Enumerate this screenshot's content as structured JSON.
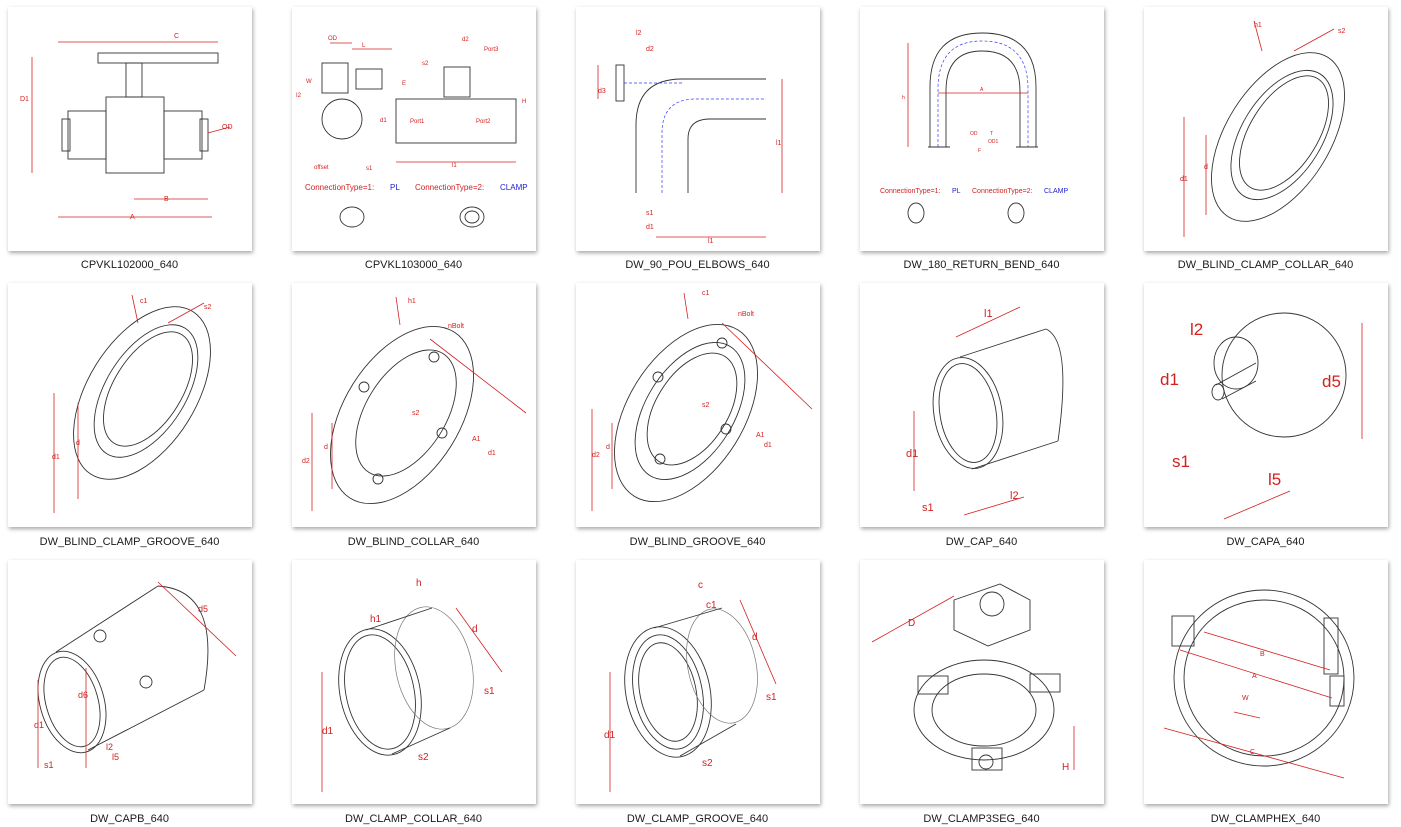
{
  "items": [
    {
      "name": "CPVKL102000_640",
      "dims": [
        "C",
        "D1",
        "OD",
        "B",
        "A"
      ]
    },
    {
      "name": "CPVKL103000_640",
      "dims": [
        "OD",
        "L",
        "W",
        "I2",
        "d1",
        "E",
        "d2",
        "Port3",
        "s2",
        "H",
        "Port1",
        "Port2",
        "l1",
        "offset",
        "s1"
      ],
      "conn1": "ConnectionType=1:",
      "conn1_val": "PL",
      "conn2": "ConnectionType=2:",
      "conn2_val": "CLAMP"
    },
    {
      "name": "DW_90_POU_ELBOWS_640",
      "dims": [
        "l2",
        "d2",
        "d3",
        "l1",
        "s1",
        "d1",
        "l1"
      ]
    },
    {
      "name": "DW_180_RETURN_BEND_640",
      "dims": [
        "h",
        "A",
        "OD",
        "F",
        "T",
        "OD1"
      ],
      "conn1": "ConnectionType=1:",
      "conn1_val": "PL",
      "conn2": "ConnectionType=2:",
      "conn2_val": "CLAMP"
    },
    {
      "name": "DW_BLIND_CLAMP_COLLAR_640",
      "dims": [
        "h1",
        "s2",
        "d",
        "d1"
      ]
    },
    {
      "name": "DW_BLIND_CLAMP_GROOVE_640",
      "dims": [
        "c1",
        "s2",
        "d",
        "d1"
      ]
    },
    {
      "name": "DW_BLIND_COLLAR_640",
      "dims": [
        "h1",
        "nBolt",
        "s2",
        "A1",
        "d",
        "d2",
        "d1"
      ]
    },
    {
      "name": "DW_BLIND_GROOVE_640",
      "dims": [
        "c1",
        "nBolt",
        "s2",
        "A1",
        "d",
        "d2",
        "d1"
      ]
    },
    {
      "name": "DW_CAP_640",
      "dims": [
        "l1",
        "d1",
        "s1",
        "l2"
      ]
    },
    {
      "name": "DW_CAPA_640",
      "dims": [
        "l2",
        "d1",
        "d5",
        "s1",
        "l5"
      ]
    },
    {
      "name": "DW_CAPB_640",
      "dims": [
        "d5",
        "d6",
        "d1",
        "s1",
        "l2",
        "l5"
      ]
    },
    {
      "name": "DW_CLAMP_COLLAR_640",
      "dims": [
        "h",
        "h1",
        "d",
        "s1",
        "d1",
        "s2"
      ]
    },
    {
      "name": "DW_CLAMP_GROOVE_640",
      "dims": [
        "c",
        "c1",
        "d",
        "s1",
        "d1",
        "s2"
      ]
    },
    {
      "name": "DW_CLAMP3SEG_640",
      "dims": [
        "D",
        "H"
      ]
    },
    {
      "name": "DW_CLAMPHEX_640",
      "dims": [
        "B",
        "A",
        "W",
        "C"
      ]
    }
  ]
}
